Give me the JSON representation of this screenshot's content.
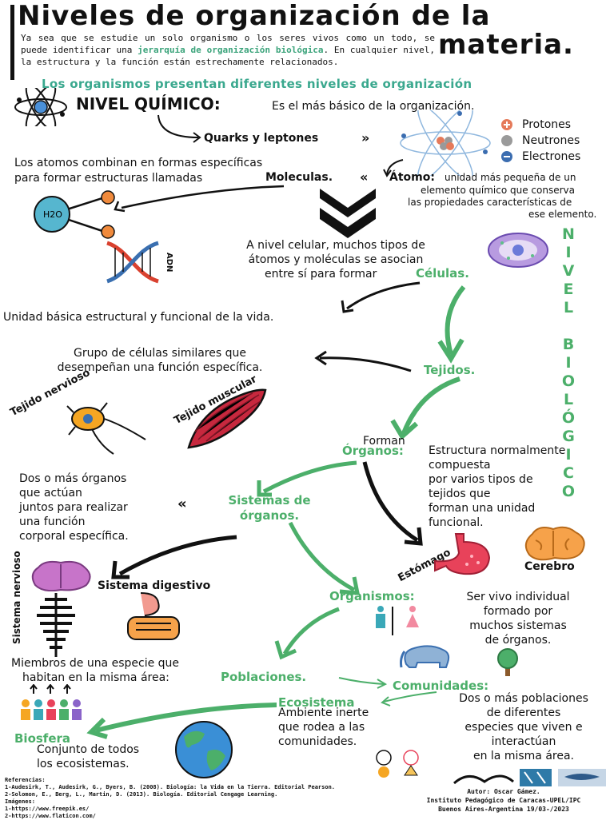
{
  "header": {
    "title_line1": "Niveles de organización de la",
    "title_line2": "materia.",
    "intro_part1": "Ya sea que se estudie un solo organismo o los seres vivos como un todo, se puede identificar una ",
    "intro_highlight": "jerarquía de organización biológica",
    "intro_part2": ". En cualquier nivel, la estructura y la función están estrechamente relacionados.",
    "subtitle": "Los organismos presentan diferentes niveles de organización"
  },
  "quimico": {
    "label": "NIVEL QUÍMICO:",
    "desc": "Es el más básico de la organización.",
    "quarks": "Quarks y leptones",
    "legend": [
      "Protones",
      "Neutrones",
      "Electrones"
    ],
    "atomos_line1": "Los atomos combinan en formas específicas",
    "atomos_line2": "para formar estructuras llamadas",
    "moleculas": "Moleculas.",
    "atomo": "Átomo:",
    "atomo_desc1": "unidad más pequeña de un",
    "atomo_desc2": "elemento químico que conserva",
    "atomo_desc3": "las propiedades características de",
    "atomo_desc4": "ese elemento.",
    "h2o": "H2O",
    "adn": "ADN"
  },
  "biologico": {
    "vertical_label": "NIVEL BIOLÓGICO",
    "celular_line1": "A nivel celular, muchos tipos de",
    "celular_line2": "átomos y moléculas se asocian",
    "celular_line3": "entre sí para formar",
    "celulas": "Células.",
    "celula_desc": "Unidad básica estructural y funcional de la vida.",
    "tejido_desc1": "Grupo de células similares que",
    "tejido_desc2": "desempeñan una función específica.",
    "tejidos": "Tejidos.",
    "tejido_nervioso": "Tejido nervioso",
    "tejido_muscular": "Tejido muscular",
    "forman": "Forman",
    "organos": "Órganos:",
    "organo_desc": [
      "Estructura normalmente",
      "compuesta",
      "por varios tipos de",
      "tejidos que",
      "forman una unidad",
      "funcional."
    ],
    "sistemas_desc": [
      "Dos o más órganos",
      "que actúan",
      "juntos para realizar",
      "una función",
      "corporal específica."
    ],
    "sistemas_line1": "Sistemas de",
    "sistemas_line2": "órganos.",
    "estomago": "Estómago",
    "cerebro": "Cerebro",
    "sistema_digestivo": "Sistema digestivo",
    "sistema_nervioso": "Sistema nervioso",
    "organismos": "Organismos:",
    "organismo_desc": [
      "Ser vivo individual",
      "formado por",
      "muchos sistemas",
      "de órganos."
    ],
    "poblacion_desc1": "Miembros de una especie que",
    "poblacion_desc2": "habitan en la misma área:",
    "poblaciones": "Poblaciones.",
    "comunidades": "Comunidades:",
    "comunidad_desc": [
      "Dos o más poblaciones",
      "de diferentes",
      "especies que viven e",
      "interactúan",
      "en la misma área."
    ],
    "ecosistema": "Ecosistema",
    "ecosistema_desc": [
      "Ambiente inerte",
      "que rodea a las",
      "comunidades."
    ],
    "biosfera": "Biosfera",
    "biosfera_desc1": "Conjunto de todos",
    "biosfera_desc2": "los ecosistemas."
  },
  "footer": {
    "refs": [
      "Referencias:",
      "1-Audesirk, T., Audesirk, G., Byers, B. (2008). Biología: la Vida en la Tierra. Editorial Pearson.",
      "2-Solomon, E., Berg, L., Martin, D. (2013). Biología. Editorial Cengage Learning.",
      "Imágenes:",
      "1-https://www.freepik.es/",
      "2-https://www.flaticon.com/"
    ],
    "author": "Autor: Oscar Gámez.",
    "institute": "Instituto Pedagógico de Caracas-UPEL/IPC",
    "place": "Buenos Aires-Argentina 19/03-/2023"
  },
  "colors": {
    "green": "#4caf6a",
    "teal": "#3aa88e",
    "black": "#111111"
  }
}
